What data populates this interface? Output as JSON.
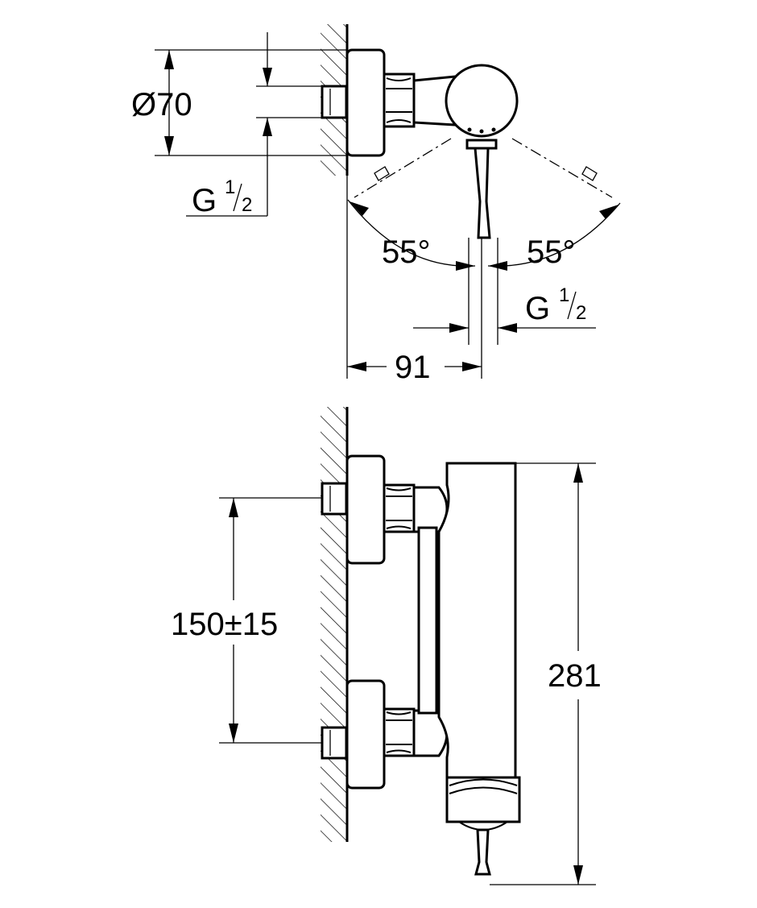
{
  "top_view": {
    "diameter": "Ø70",
    "thread_left": {
      "letter": "G",
      "numerator": "1",
      "denominator": "2"
    },
    "angle_left": "55°",
    "angle_right": "55°",
    "thread_outlet": {
      "letter": "G",
      "numerator": "1",
      "denominator": "2"
    },
    "projection": "91"
  },
  "front_view": {
    "spacing": "150±15",
    "height": "281"
  }
}
